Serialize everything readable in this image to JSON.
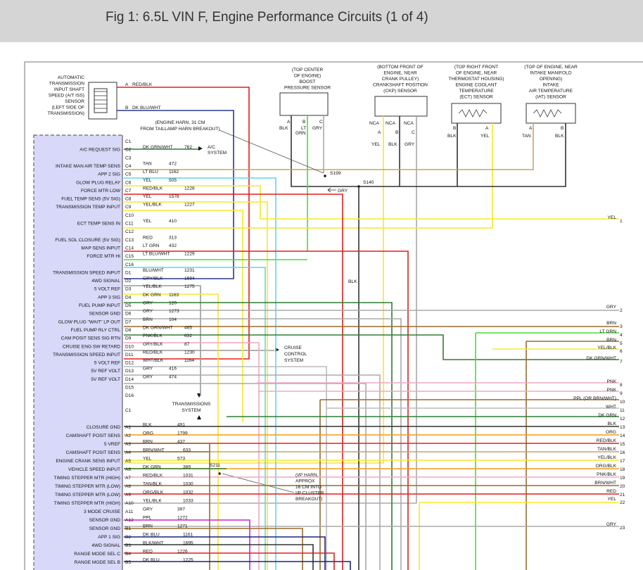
{
  "header": {
    "title": "Fig 1: 6.5L VIN F, Engine Performance Circuits (1 of 4)"
  },
  "colors": {
    "header_bg": "#d5d5d5",
    "pcm_fill": "#d8d8f8",
    "wire": {
      "RED/BLK": "#e81c1c",
      "DK BLU/WHT": "#2a3a8c",
      "DK GRN/WHT": "#2e7d32",
      "TAN": "#c9a26a",
      "LT BLU": "#5fd6e8",
      "YEL": "#f5e82a",
      "RED": "#e81c1c",
      "YEL/BLK": "#f5e82a",
      "LT GRN": "#44dd33",
      "LT BLU/WHT": "#5fd6e8",
      "BLU/WHT": "#2a3a8c",
      "GRY/BLK": "#999999",
      "DK GRN": "#2e7d32",
      "GRY": "#aaaaaa",
      "BRN": "#9a6b2e",
      "PNK/BLK": "#f4a6c6",
      "WHT/BLK": "#bbbbbb",
      "ORG": "#f39c12",
      "BRN/WHT": "#9a6b2e",
      "TAN/BLK": "#c9a26a",
      "ORG/BLK": "#f39c12",
      "PPL": "#d020d0",
      "BLK/WHT": "#333333",
      "DK BLU": "#1a237e",
      "BLK": "#333333"
    }
  },
  "sensors": {
    "atiss": [
      "AUTOMATIC",
      "TRANSMISSION",
      "INPUT SHAFT",
      "SPEED (A/T ISS)",
      "SENSOR",
      "(LEFT SIDE OF",
      "TRANSMISSION)"
    ],
    "atiss_pins": [
      {
        "pin": "A",
        "wire": "RED/BLK"
      },
      {
        "pin": "B",
        "wire": "DK BLU/WHT"
      }
    ],
    "boost": [
      "(TOP CENTER",
      "OF ENGINE)",
      "BOOST",
      "PRESSURE SENSOR"
    ],
    "boost_pins": [
      "A",
      "B",
      "C"
    ],
    "boost_wires": [
      "BLK",
      "LT",
      "GRN",
      "GRY"
    ],
    "ckp": [
      "(BOTTOM FRONT OF",
      "ENGINE, NEAR",
      "CRANK PULLEY)",
      "CRANKSHAFT POSITION",
      "(CKP) SENSOR"
    ],
    "ckp_nca": [
      "NCA",
      "NCA",
      "NCA"
    ],
    "ckp_pins": [
      "A",
      "B",
      "C"
    ],
    "ckp_wires": [
      "YEL",
      "BLK",
      "GRY"
    ],
    "ect": [
      "(TOP RIGHT FRONT",
      "OF ENGINE, NEAR",
      "THERMOSTAT HOUSING)",
      "ENGINE COOLANT",
      "TEMPERATURE",
      "(ECT) SENSOR"
    ],
    "ect_pins": [
      "B",
      "A"
    ],
    "ect_wires": [
      "BLK",
      "YEL"
    ],
    "iat": [
      "(TOP OF ENGINE, NEAR",
      "INTAKE MANIFOLD",
      "OPENING)",
      "INTAKE",
      "AIR TEMPERATURE",
      "(IAT) SENSOR"
    ],
    "iat_pins": [
      "A",
      "B"
    ],
    "iat_wires": [
      "TAN",
      "BLK"
    ]
  },
  "notes": {
    "engine_harn": [
      "(ENGINE HARN, 31 CM",
      "FROM TAILLAMP HARN BREAKOUT)"
    ],
    "ac_system": [
      "A/C",
      "SYSTEM"
    ],
    "cruise": [
      "CRUISE",
      "CONTROL",
      "SYSTEM"
    ],
    "trans_sys": [
      "TRANSMISSIONS",
      "SYSTEM"
    ],
    "ip_harn": [
      "(I/P HARN,",
      "APPROX",
      "16 CM INTO",
      "I/P CLUSTER",
      "BREAKOUT)"
    ],
    "s199": "S199",
    "s140": "S140",
    "s211": "S211",
    "gry_arrow": "GRY",
    "blk_mid": "BLK"
  },
  "pcm_pins": [
    {
      "pin": "C1",
      "label": "",
      "wire": "",
      "circ": ""
    },
    {
      "pin": "C2",
      "label": "A/C REQUEST SIG",
      "wire": "DK GRN/WHT",
      "circ": "762"
    },
    {
      "pin": "C3",
      "label": "",
      "wire": "",
      "circ": ""
    },
    {
      "pin": "C4",
      "label": "INTAKE MAN AIR TEMP SENS",
      "wire": "TAN",
      "circ": "472"
    },
    {
      "pin": "C5",
      "label": "APP 2 SIG",
      "wire": "LT BLU",
      "circ": "1162"
    },
    {
      "pin": "C6",
      "label": "GLOW PLUG RELAY",
      "wire": "YEL",
      "circ": "505"
    },
    {
      "pin": "C7",
      "label": "FORCE MTR LOW",
      "wire": "RED/BLK",
      "circ": "1228"
    },
    {
      "pin": "C8",
      "label": "FUEL TEMP SENS (5V SIG)",
      "wire": "YEL",
      "circ": "1578"
    },
    {
      "pin": "C9",
      "label": "TRANSMISSION TEMP INPUT",
      "wire": "YEL/BLK",
      "circ": "1227"
    },
    {
      "pin": "C10",
      "label": "",
      "wire": "",
      "circ": ""
    },
    {
      "pin": "C11",
      "label": "ECT TEMP SENS IN",
      "wire": "YEL",
      "circ": "410"
    },
    {
      "pin": "C12",
      "label": "",
      "wire": "",
      "circ": ""
    },
    {
      "pin": "C13",
      "label": "FUEL SOL CLOSURE (5V SIG)",
      "wire": "RED",
      "circ": "313"
    },
    {
      "pin": "C14",
      "label": "MAP SENS INPUT",
      "wire": "LT GRN",
      "circ": "432"
    },
    {
      "pin": "C15",
      "label": "FORCE MTR HI",
      "wire": "LT BLU/WHT",
      "circ": "1229"
    },
    {
      "pin": "C16",
      "label": "",
      "wire": "",
      "circ": ""
    },
    {
      "pin": "D1",
      "label": "TRANSMISSION SPEED INPUT",
      "wire": "BLU/WHT",
      "circ": "1231"
    },
    {
      "pin": "D2",
      "label": "4WD SIGNAL",
      "wire": "GRY/BLK",
      "circ": "1694"
    },
    {
      "pin": "D3",
      "label": "5 VOLT REF",
      "wire": "YEL/BLK",
      "circ": "1275"
    },
    {
      "pin": "D4",
      "label": "APP 3 SIG",
      "wire": "DK GRN",
      "circ": "1163"
    },
    {
      "pin": "D5",
      "label": "FUEL PUMP INPUT",
      "wire": "GRY",
      "circ": "120"
    },
    {
      "pin": "D6",
      "label": "SENSOR GND",
      "wire": "GRY",
      "circ": "1273"
    },
    {
      "pin": "D7",
      "label": "GLOW PLUG \"WAIT\" LP OUT",
      "wire": "BRN",
      "circ": "104"
    },
    {
      "pin": "D8",
      "label": "FUEL PUMP RLY CTRL",
      "wire": "DK GRN/WHT",
      "circ": "465"
    },
    {
      "pin": "D9",
      "label": "CAM POSIT SENS SIG RTN",
      "wire": "PNK/BLK",
      "circ": "632"
    },
    {
      "pin": "D10",
      "label": "CRUISE ENG SW RETARD",
      "wire": "GRY/BLK",
      "circ": "87"
    },
    {
      "pin": "D11",
      "label": "TRANSMISSION SPEED INPUT",
      "wire": "RED/BLK",
      "circ": "1230"
    },
    {
      "pin": "D12",
      "label": "5 VOLT REF",
      "wire": "WHT/BLK",
      "circ": "1164"
    },
    {
      "pin": "D13",
      "label": "5V REF VOLT",
      "wire": "GRY",
      "circ": "416"
    },
    {
      "pin": "D14",
      "label": "5V REF VOLT",
      "wire": "GRY",
      "circ": "474"
    },
    {
      "pin": "D15",
      "label": "",
      "wire": "",
      "circ": ""
    },
    {
      "pin": "D16",
      "label": "",
      "wire": "",
      "circ": ""
    }
  ],
  "pcm_pins2": [
    {
      "pin": "C1",
      "label": "",
      "wire": "",
      "circ": ""
    },
    {
      "pin": "A1",
      "label": "CLOSURE GND",
      "wire": "BLK",
      "circ": "491"
    },
    {
      "pin": "A2",
      "label": "CAMSHAFT POSIT SENS",
      "wire": "ORG",
      "circ": "1799"
    },
    {
      "pin": "A3",
      "label": "5 VREF",
      "wire": "BRN",
      "circ": "437"
    },
    {
      "pin": "A4",
      "label": "CAMSHAFT POSIT SENS",
      "wire": "BRN/WHT",
      "circ": "633"
    },
    {
      "pin": "A5",
      "label": "ENGINE CRANK SENS INPUT",
      "wire": "YEL",
      "circ": "573"
    },
    {
      "pin": "A6",
      "label": "VEHICLE SPEED INPUT",
      "wire": "DK GRN",
      "circ": "389"
    },
    {
      "pin": "A7",
      "label": "TIMING STEPPER MTR (HIGH)",
      "wire": "RED/BLK",
      "circ": "1031"
    },
    {
      "pin": "A8",
      "label": "TIMING STEPPER MTR (LOW)",
      "wire": "TAN/BLK",
      "circ": "1030"
    },
    {
      "pin": "A9",
      "label": "TIMING STEPPER MTR (LOW)",
      "wire": "ORG/BLK",
      "circ": "1032"
    },
    {
      "pin": "A10",
      "label": "TIMING STEPPER MTR (HIGH)",
      "wire": "YEL/BLK",
      "circ": "1033"
    },
    {
      "pin": "A11",
      "label": "3 MODE CRUISE",
      "wire": "GRY",
      "circ": "397"
    },
    {
      "pin": "A12",
      "label": "SENSOR GND",
      "wire": "PPL",
      "circ": "1272"
    },
    {
      "pin": "B1",
      "label": "SENSOR GND",
      "wire": "BRN",
      "circ": "1271"
    },
    {
      "pin": "B2",
      "label": "APP 1 SIG",
      "wire": "DK BLU",
      "circ": "1161"
    },
    {
      "pin": "B3",
      "label": "4WD SIGNAL",
      "wire": "BLK/WHT",
      "circ": "1695"
    },
    {
      "pin": "B4",
      "label": "RANGE MODE SEL C",
      "wire": "RED",
      "circ": "1226"
    },
    {
      "pin": "B5",
      "label": "RANGE MODE SEL B",
      "wire": "DK BLU",
      "circ": "1225"
    }
  ],
  "right_terms": [
    {
      "label": "YEL",
      "num": "1"
    },
    {
      "label": "GRY",
      "num": "2"
    },
    {
      "label": "BRN",
      "num": "3"
    },
    {
      "label": "LT GRN",
      "num": "4"
    },
    {
      "label": "BRN",
      "num": "5"
    },
    {
      "label": "YEL/BLK",
      "num": "6"
    },
    {
      "label": "DK GRN/WHT",
      "num": "7"
    },
    {
      "label": "PNK",
      "num": "8"
    },
    {
      "label": "PNK",
      "num": "9"
    },
    {
      "label": "PPL (OR BRN/WHT)",
      "num": "10"
    },
    {
      "label": "WHT",
      "num": "11"
    },
    {
      "label": "DK GRN",
      "num": "12"
    },
    {
      "label": "BLK",
      "num": "13"
    },
    {
      "label": "ORG",
      "num": "14"
    },
    {
      "label": "RED/BLK",
      "num": "15"
    },
    {
      "label": "TAN/BLK",
      "num": "16"
    },
    {
      "label": "YEL/BLK",
      "num": "17"
    },
    {
      "label": "ORG/BLK",
      "num": "18"
    },
    {
      "label": "PNK/BLK",
      "num": "19"
    },
    {
      "label": "BRN/WHT",
      "num": "20"
    },
    {
      "label": "RED",
      "num": "21"
    },
    {
      "label": "YEL",
      "num": "22"
    },
    {
      "label": "GRY",
      "num": "23"
    }
  ]
}
